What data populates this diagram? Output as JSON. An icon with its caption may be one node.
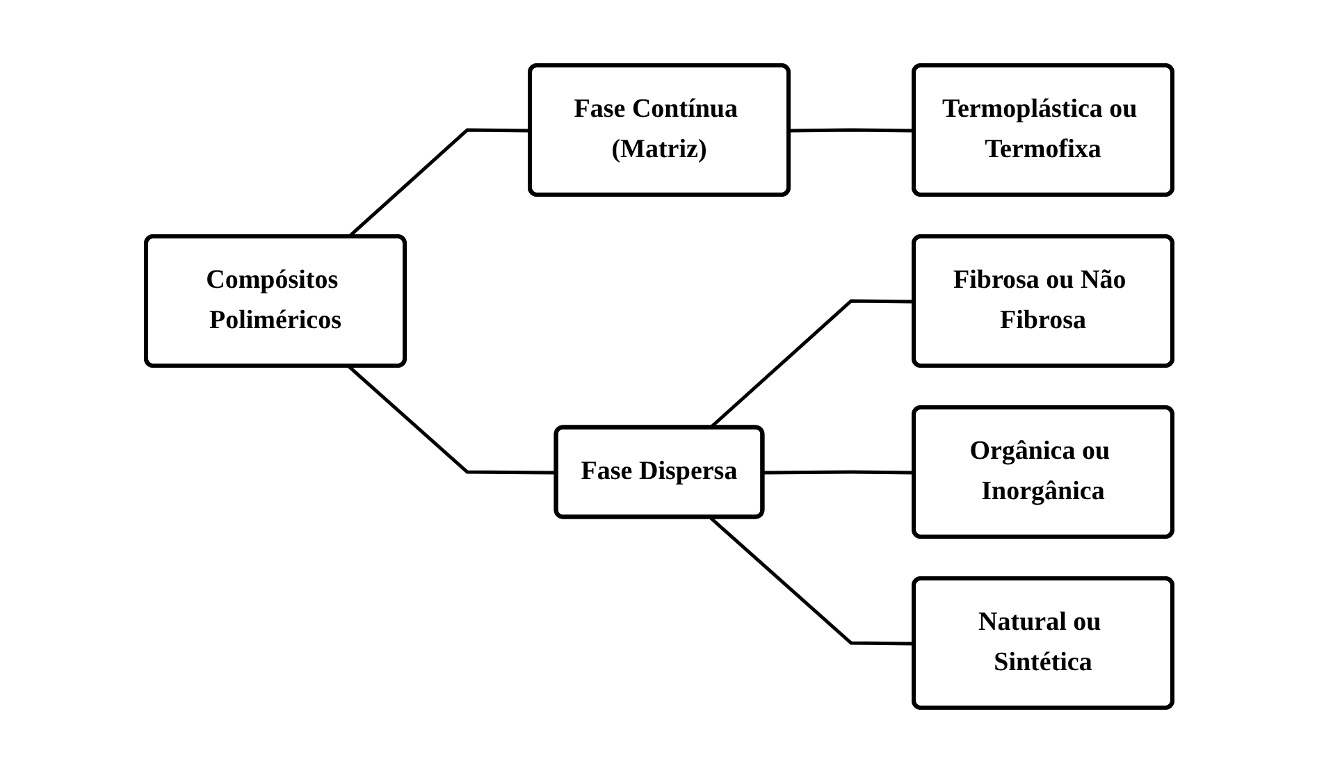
{
  "diagram": {
    "nodes": [
      {
        "text": [
          "Compósitos Poliméricos"
        ]
      },
      {
        "text": [
          "Fase Contínua (Matriz)"
        ]
      },
      {
        "text": [
          "Fase Dispersa"
        ]
      },
      {
        "text": [
          "Termoplástica ou Termofixa"
        ]
      },
      {
        "text": [
          "Fibrosa ou Não Fibrosa"
        ]
      },
      {
        "text": [
          "Orgânica ou Inorgânica"
        ]
      },
      {
        "text": [
          "Natural ou Sintética"
        ]
      }
    ],
    "edges": [
      {
        "from": 0,
        "to": 1,
        "arrow": "none"
      },
      {
        "from": 0,
        "to": 2,
        "arrow": "none"
      },
      {
        "from": 1,
        "to": 3,
        "arrow": "none"
      },
      {
        "from": 2,
        "to": 4,
        "arrow": "none"
      },
      {
        "from": 2,
        "to": 5,
        "arrow": "none"
      },
      {
        "from": 2,
        "to": 6,
        "arrow": "none"
      }
    ]
  }
}
